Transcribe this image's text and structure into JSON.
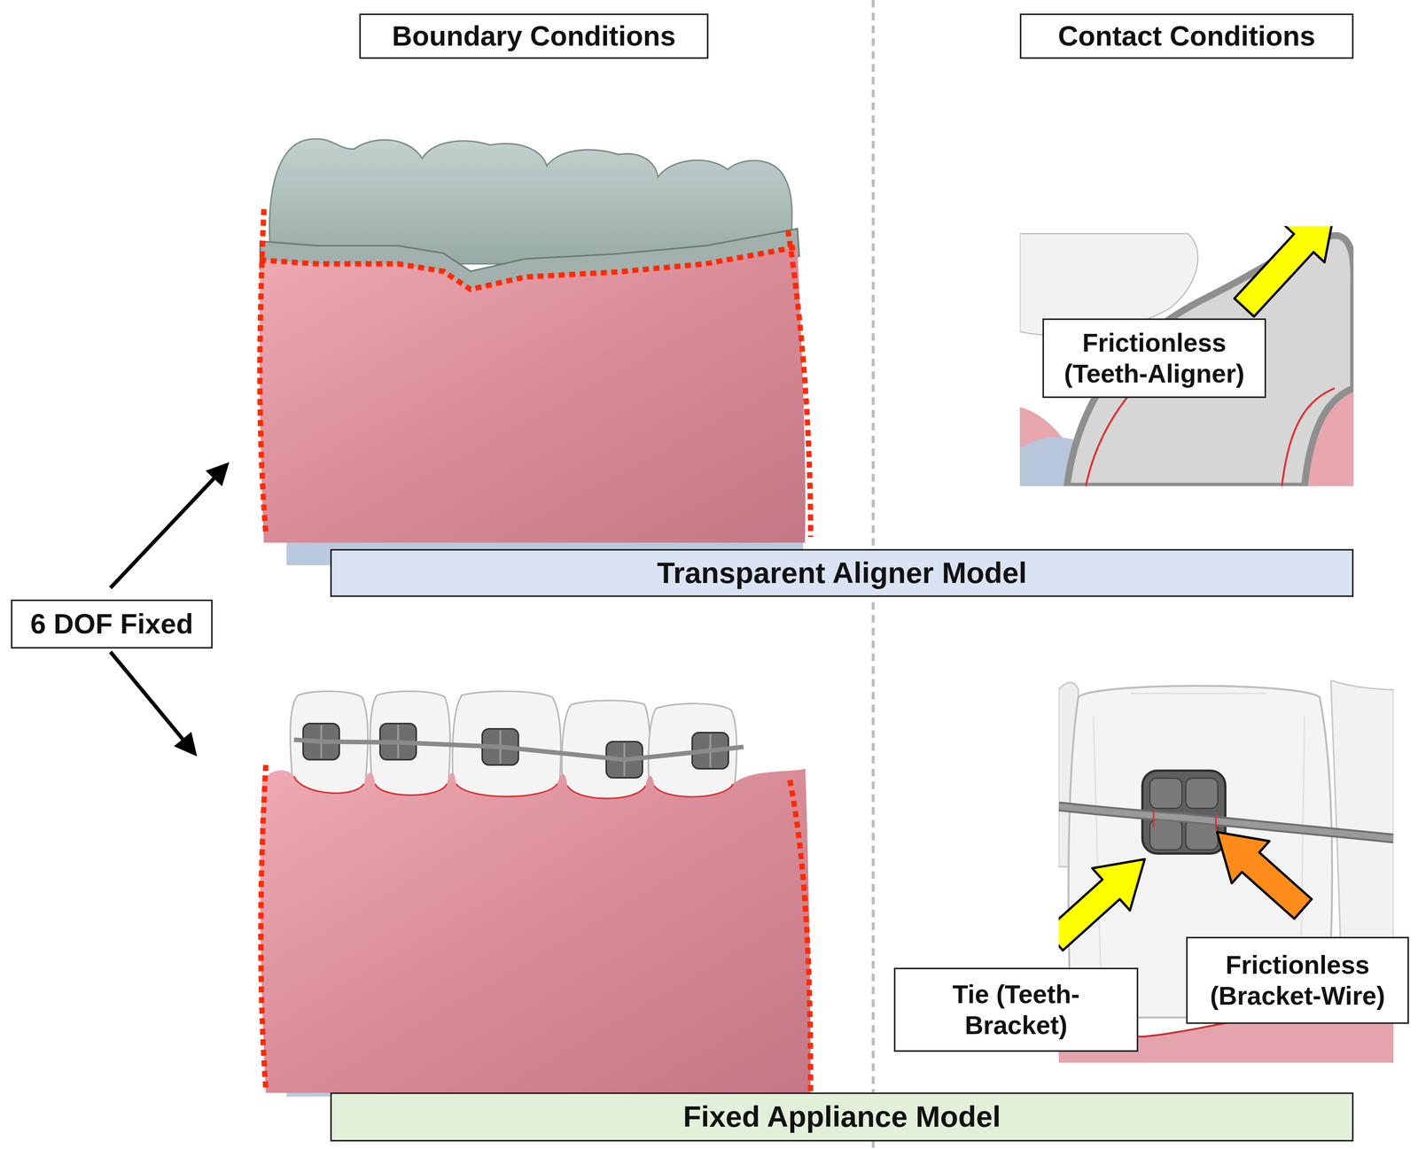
{
  "diagram": {
    "nodes": [
      {
        "text": [
          "Boundary Conditions"
        ]
      },
      {
        "text": [
          "Contact Conditions"
        ]
      },
      {
        "text": [
          "6 DOF Fixed"
        ]
      },
      {
        "text": [
          "Frictionless (Teeth-Aligner)"
        ]
      },
      {
        "text": [
          "Transparent Aligner Model"
        ]
      },
      {
        "text": [
          "Tie (Teeth-Bracket)"
        ]
      },
      {
        "text": [
          "Frictionless (Bracket-Wire)"
        ]
      },
      {
        "text": [
          "Fixed Appliance Model"
        ]
      }
    ]
  }
}
